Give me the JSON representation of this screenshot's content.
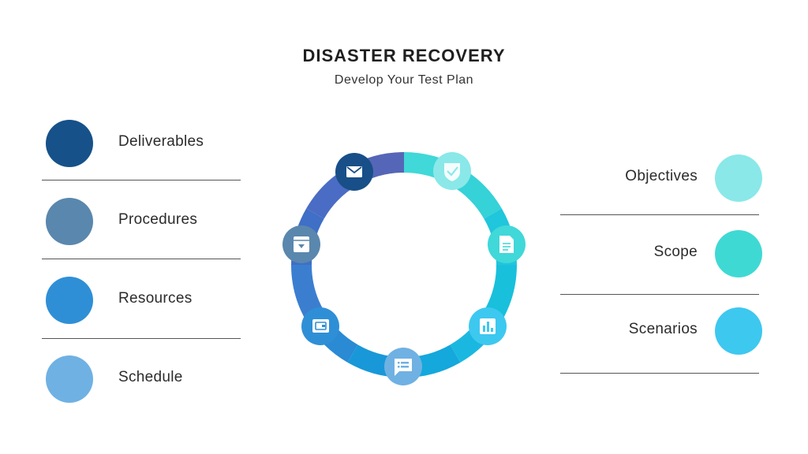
{
  "header": {
    "title": "DISASTER RECOVERY",
    "subtitle": "Develop Your Test Plan"
  },
  "left_items": [
    {
      "label": "Deliverables",
      "color": "#17518a"
    },
    {
      "label": "Procedures",
      "color": "#5a87ad"
    },
    {
      "label": "Resources",
      "color": "#2f8fd6"
    },
    {
      "label": "Schedule",
      "color": "#6fb1e3"
    }
  ],
  "right_items": [
    {
      "label": "Objectives",
      "color": "#8ae8e8"
    },
    {
      "label": "Scope",
      "color": "#3fd9d4"
    },
    {
      "label": "Scenarios",
      "color": "#3dc8f0"
    }
  ],
  "wheel": {
    "segment_colors": [
      "#40d8d8",
      "#35d2d8",
      "#1fc6dc",
      "#18c0dc",
      "#1ab8e0",
      "#14a8dc",
      "#1898d8",
      "#2a8ad4",
      "#3b7ed0",
      "#3f6fc6",
      "#4a6cc4",
      "#5566b8"
    ],
    "nodes": [
      {
        "icon": "mail-icon",
        "color": "#184f88"
      },
      {
        "icon": "shield-check-icon",
        "color": "#8ae8e8"
      },
      {
        "icon": "document-icon",
        "color": "#40d8d8"
      },
      {
        "icon": "bar-chart-icon",
        "color": "#3dc8f0"
      },
      {
        "icon": "chat-list-icon",
        "color": "#6fb1e3"
      },
      {
        "icon": "wallet-icon",
        "color": "#2f8fd6"
      },
      {
        "icon": "archive-box-icon",
        "color": "#5a87ad"
      }
    ]
  }
}
